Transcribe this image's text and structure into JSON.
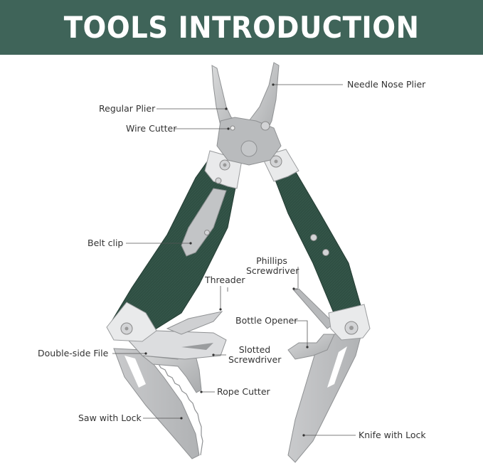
{
  "header": {
    "title": "TOOLS INTRODUCTION",
    "background_color": "#3f6459",
    "text_color": "#ffffff"
  },
  "colors": {
    "handle_green": "#2f4f43",
    "steel": "#c4c6c8",
    "steel_dark": "#9a9c9e",
    "bolster": "#e9eaeb",
    "leader_line": "#555555",
    "label_text": "#333333"
  },
  "labels": {
    "needle_nose_plier": "Needle Nose Plier",
    "regular_plier": "Regular Plier",
    "wire_cutter": "Wire Cutter",
    "belt_clip": "Belt clip",
    "phillips_screwdriver_line1": "Phillips",
    "phillips_screwdriver_line2": "Screwdriver",
    "threader": "Threader",
    "bottle_opener": "Bottle Opener",
    "double_side_file": "Double-side File",
    "slotted_screwdriver_line1": "Slotted",
    "slotted_screwdriver_line2": "Screwdriver",
    "rope_cutter": "Rope Cutter",
    "saw_with_lock": "Saw with Lock",
    "knife_with_lock": "Knife with Lock"
  }
}
